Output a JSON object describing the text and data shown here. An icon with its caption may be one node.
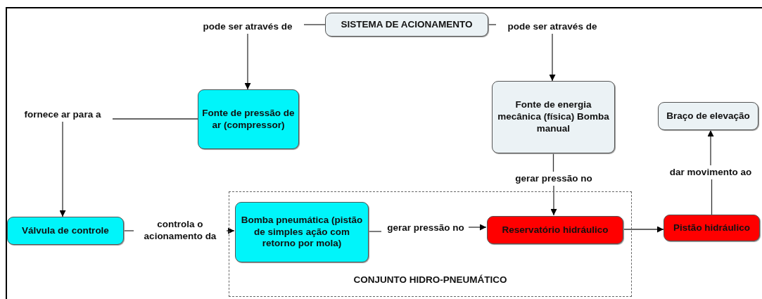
{
  "diagram": {
    "nodes": [
      {
        "text": [
          "SISTEMA DE ACIONAMENTO"
        ]
      },
      {
        "text": [
          "pode ser através de"
        ]
      },
      {
        "text": [
          "pode ser através de"
        ]
      },
      {
        "text": [
          "fornece ar para a"
        ]
      },
      {
        "text": [
          "Fonte de pressão de ar (compressor)"
        ]
      },
      {
        "text": [
          "Fonte de energia mecânica (física) Bomba manual"
        ]
      },
      {
        "text": [
          "Braço de elevação"
        ]
      },
      {
        "text": [
          "gerar pressão no"
        ]
      },
      {
        "text": [
          "dar movimento ao"
        ]
      },
      {
        "text": [
          "CONJUNTO HIDRO-PNEUMÁTICO"
        ]
      },
      {
        "text": [
          "Válvula de controle"
        ]
      },
      {
        "text": [
          "controla o acionamento da"
        ]
      },
      {
        "text": [
          "Bomba pneumática (pistão de simples ação com retorno por mola)"
        ],
        "in": 9
      },
      {
        "text": [
          "gerar pressão no"
        ],
        "in": 9
      },
      {
        "text": [
          "Reservatório hidráulico"
        ],
        "in": 9
      },
      {
        "text": [
          "Pistão hidráulico"
        ]
      }
    ],
    "edges": [
      {
        "from": 0,
        "to": 1,
        "arrow": "none"
      },
      {
        "from": 1,
        "to": 4,
        "arrow": "to"
      },
      {
        "from": 0,
        "to": 2,
        "arrow": "none"
      },
      {
        "from": 2,
        "to": 5,
        "arrow": "to"
      },
      {
        "from": 4,
        "to": 3,
        "arrow": "none"
      },
      {
        "from": 3,
        "to": 10,
        "arrow": "to"
      },
      {
        "from": 5,
        "to": 7,
        "arrow": "none"
      },
      {
        "from": 7,
        "to": 14,
        "arrow": "to"
      },
      {
        "from": 10,
        "to": 11,
        "arrow": "none"
      },
      {
        "from": 11,
        "to": 12,
        "arrow": "to"
      },
      {
        "from": 12,
        "to": 13,
        "arrow": "none"
      },
      {
        "from": 13,
        "to": 14,
        "arrow": "to"
      },
      {
        "from": 14,
        "to": 15,
        "arrow": "to"
      },
      {
        "from": 15,
        "to": 8,
        "arrow": "none"
      },
      {
        "from": 8,
        "to": 6,
        "arrow": "to"
      }
    ]
  }
}
